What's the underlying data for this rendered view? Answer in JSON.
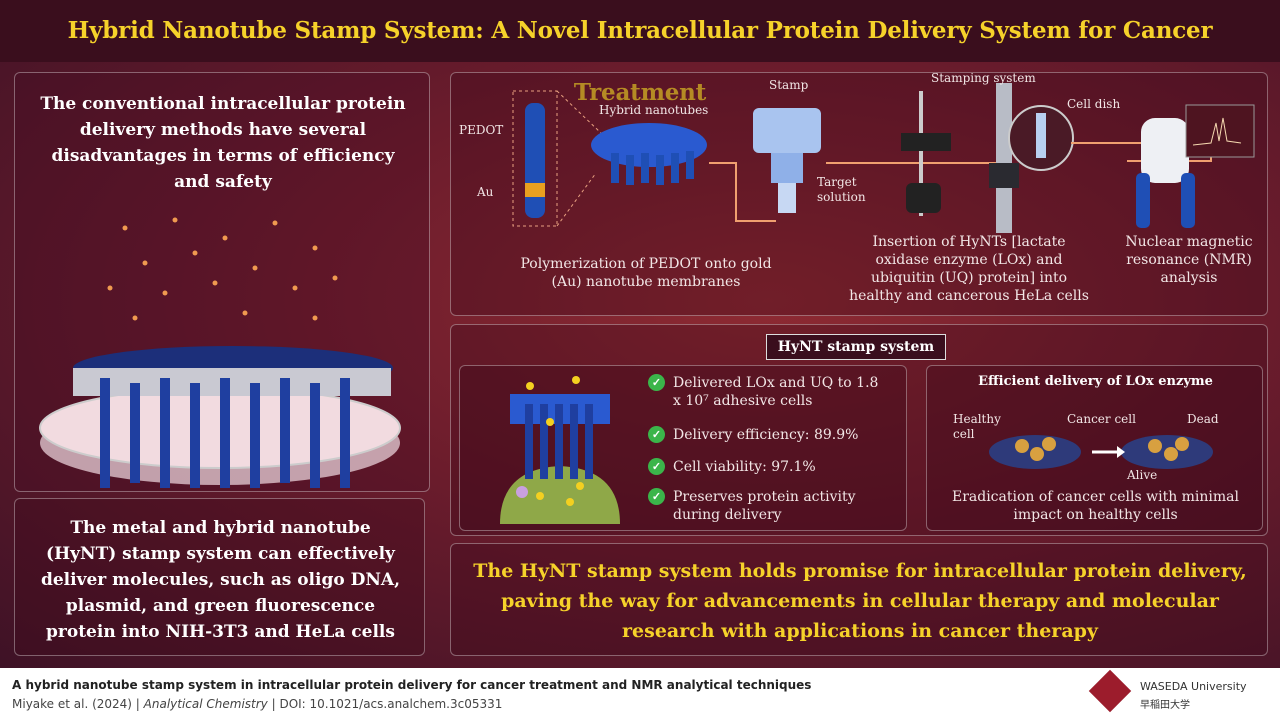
{
  "title": "Hybrid Nanotube Stamp System: A Novel Intracellular Protein Delivery System for Cancer Treatment",
  "left": {
    "intro": "The conventional intracellular protein delivery methods have several disadvantages in terms of efficiency and safety",
    "summary": "The metal and hybrid nanotube (HyNT) stamp system can effectively deliver molecules, such as oligo DNA, plasmid, and green fluorescence protein into NIH-3T3 and HeLa cells"
  },
  "process": {
    "labels": {
      "pedot": "PEDOT",
      "au": "Au",
      "hybrid": "Hybrid nanotubes",
      "stamp": "Stamp",
      "target": "Target solution",
      "stamping": "Stamping system",
      "dish": "Cell dish"
    },
    "captions": [
      "Polymerization of PEDOT onto gold (Au) nanotube membranes",
      "Insertion of HyNTs [lactate oxidase enzyme (LOx) and ubiquitin (UQ) protein] into healthy and cancerous HeLa cells",
      "Nuclear magnetic resonance (NMR) analysis"
    ]
  },
  "hynt": {
    "tab": "HyNT stamp system",
    "bullets": [
      "Delivered LOx and UQ to 1.8 x 10⁷ adhesive cells",
      "Delivery efficiency: 89.9%",
      "Cell viability: 97.1%",
      "Preserves protein activity during delivery"
    ],
    "lox": {
      "title": "Efficient delivery of LOx enzyme",
      "healthy": "Healthy cell",
      "cancer": "Cancer cell",
      "dead": "Dead",
      "alive": "Alive",
      "caption": "Eradication of cancer cells with minimal impact on healthy cells"
    }
  },
  "conclusion": "The HyNT stamp system holds promise for intracellular protein delivery, paving the way for advancements in cellular therapy and molecular research with applications in cancer therapy",
  "footer": {
    "paper_title": "A hybrid nanotube stamp system in intracellular protein delivery for cancer treatment and NMR analytical techniques",
    "authors": "Miyake et al. (2024)",
    "journal": "Analytical Chemistry",
    "doi": "DOI: 10.1021/acs.analchem.3c05331",
    "university": "WASEDA University",
    "university_jp": "早稲田大学"
  },
  "colors": {
    "accent": "#f6d22a",
    "tube": "#1f4fb5",
    "check": "#3bb54a",
    "arrow": "#f0a070"
  }
}
